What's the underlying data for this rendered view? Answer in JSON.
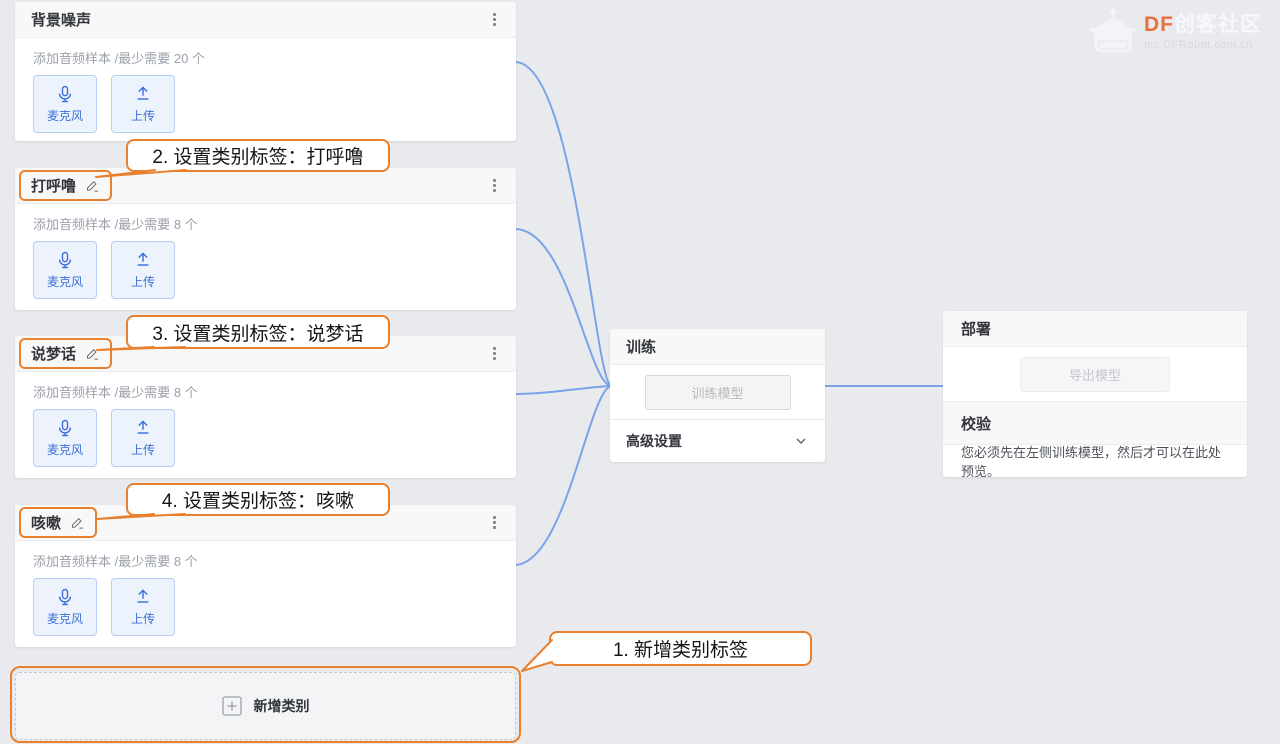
{
  "logo": {
    "brand_df": "DF",
    "brand_rest": "创客社区",
    "subtitle": "mc.DFRobot.com.cn"
  },
  "classes": [
    {
      "title": "背景噪声",
      "hint": "添加音频样本 /最少需要 20 个",
      "mic": "麦克风",
      "upload": "上传"
    },
    {
      "title": "打呼噜",
      "hint": "添加音频样本 /最少需要 8 个",
      "mic": "麦克风",
      "upload": "上传"
    },
    {
      "title": "说梦话",
      "hint": "添加音频样本 /最少需要 8 个",
      "mic": "麦克风",
      "upload": "上传"
    },
    {
      "title": "咳嗽",
      "hint": "添加音频样本 /最少需要 8 个",
      "mic": "麦克风",
      "upload": "上传"
    }
  ],
  "add_class": {
    "label": "新增类别"
  },
  "annotations": {
    "step1": "1. 新增类别标签",
    "step2": "2. 设置类别标签：打呼噜",
    "step3": "3. 设置类别标签：说梦话",
    "step4": "4. 设置类别标签：咳嗽"
  },
  "training": {
    "title": "训练",
    "train_button": "训练模型",
    "advanced_label": "高级设置"
  },
  "deploy": {
    "title": "部署",
    "export_button": "导出模型"
  },
  "validation": {
    "title": "校验",
    "message": "您必须先在左侧训练模型，然后才可以在此处预览。"
  },
  "colors": {
    "page_bg": "#e9eaee",
    "accent_blue": "#3a6fd8",
    "connector_blue": "#7ba3e8",
    "annotation_orange": "#e8802e"
  }
}
